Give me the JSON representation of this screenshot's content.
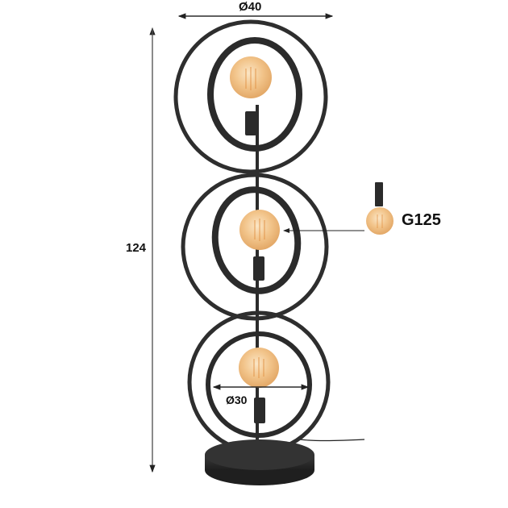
{
  "product": {
    "type": "floor lamp",
    "rings": 3,
    "bulbs": 3
  },
  "dimensions": {
    "outer_diameter_label": "Ø40",
    "height_label": "124",
    "inner_diameter_label": "Ø30",
    "bulb_type_label": "G125"
  },
  "colors": {
    "metal": "#2b2b2b",
    "bulb_glow": "#f2c48a",
    "bulb_core": "#e9a55a",
    "dimension_line": "#222222",
    "background": "#ffffff"
  }
}
